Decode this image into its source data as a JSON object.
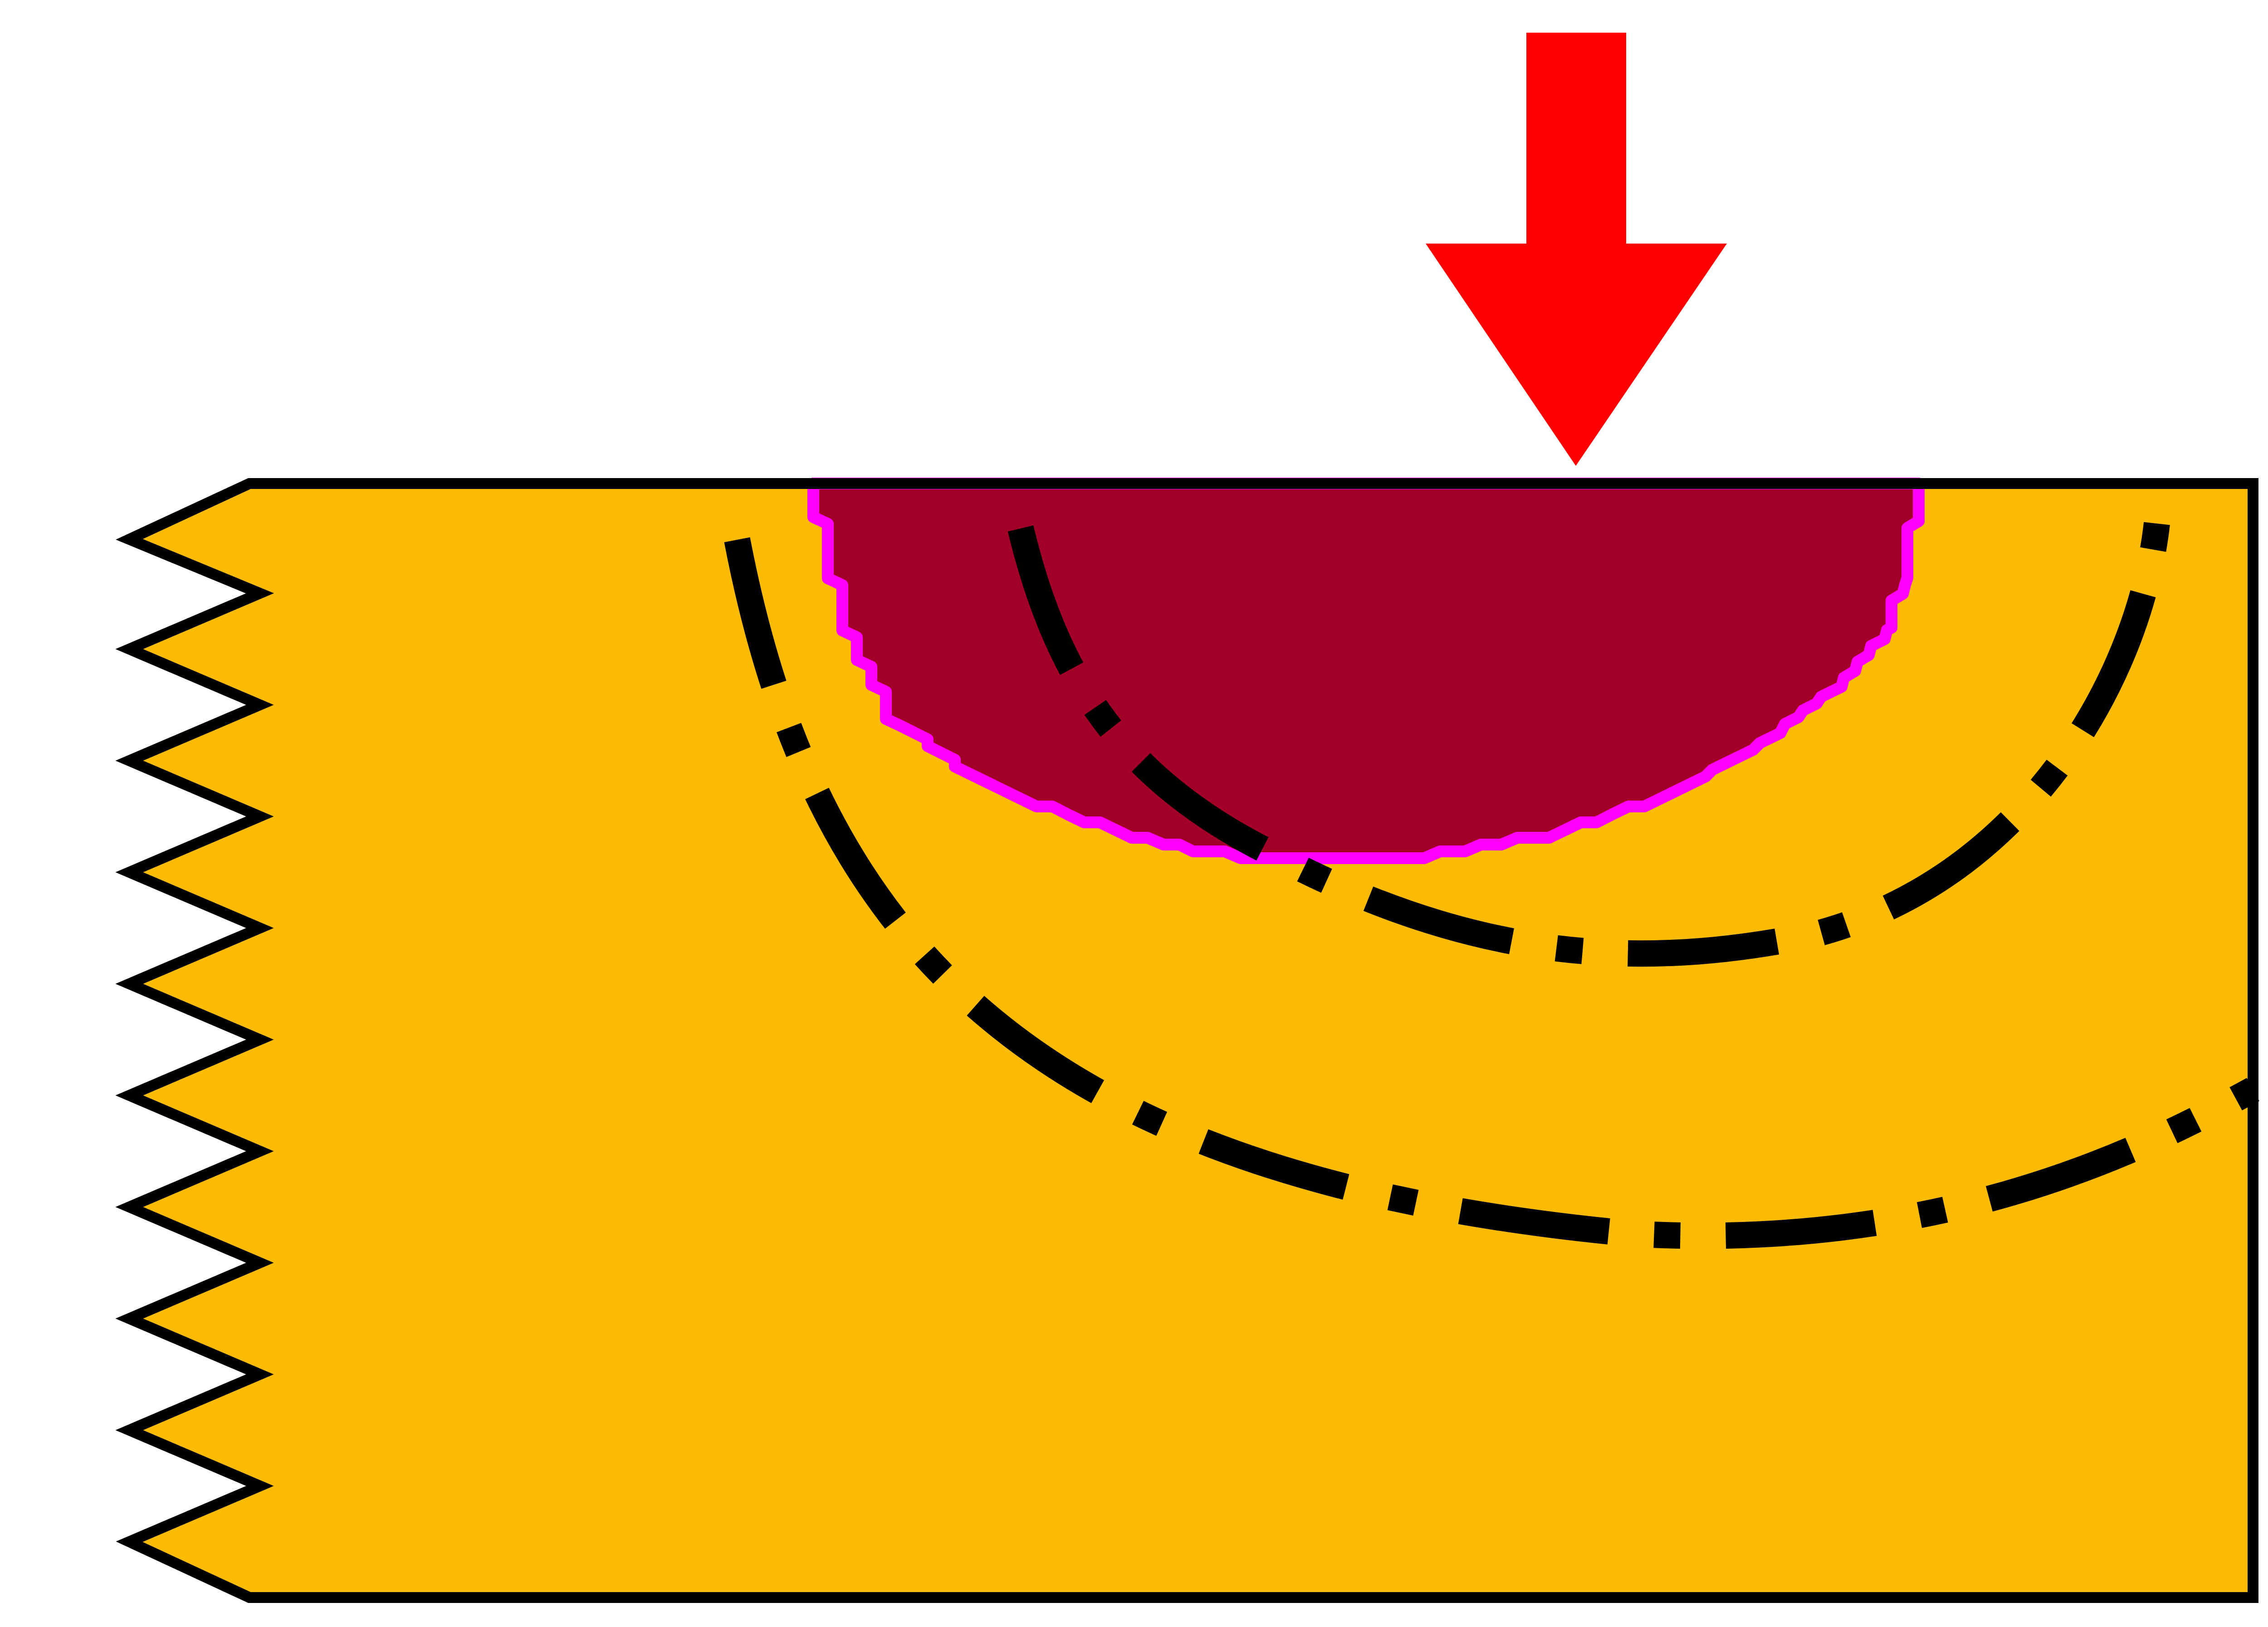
{
  "diagram": {
    "colors": {
      "background": "#ffffff",
      "specimen_fill": "#fdbb03",
      "specimen_outline": "#000000",
      "contact_zone_fill": "#a30028",
      "contact_zone_outline": "#ff00ff",
      "load_arrow": "#ff0000",
      "contour_line": "#000000"
    },
    "elements": {
      "load_arrow": "arrow-down-icon",
      "specimen": "specimen-block",
      "break_edge": "zigzag-break-edge",
      "contact_zone": "contact-zone",
      "contours": [
        "contour-inner",
        "contour-middle",
        "contour-outer"
      ]
    }
  }
}
